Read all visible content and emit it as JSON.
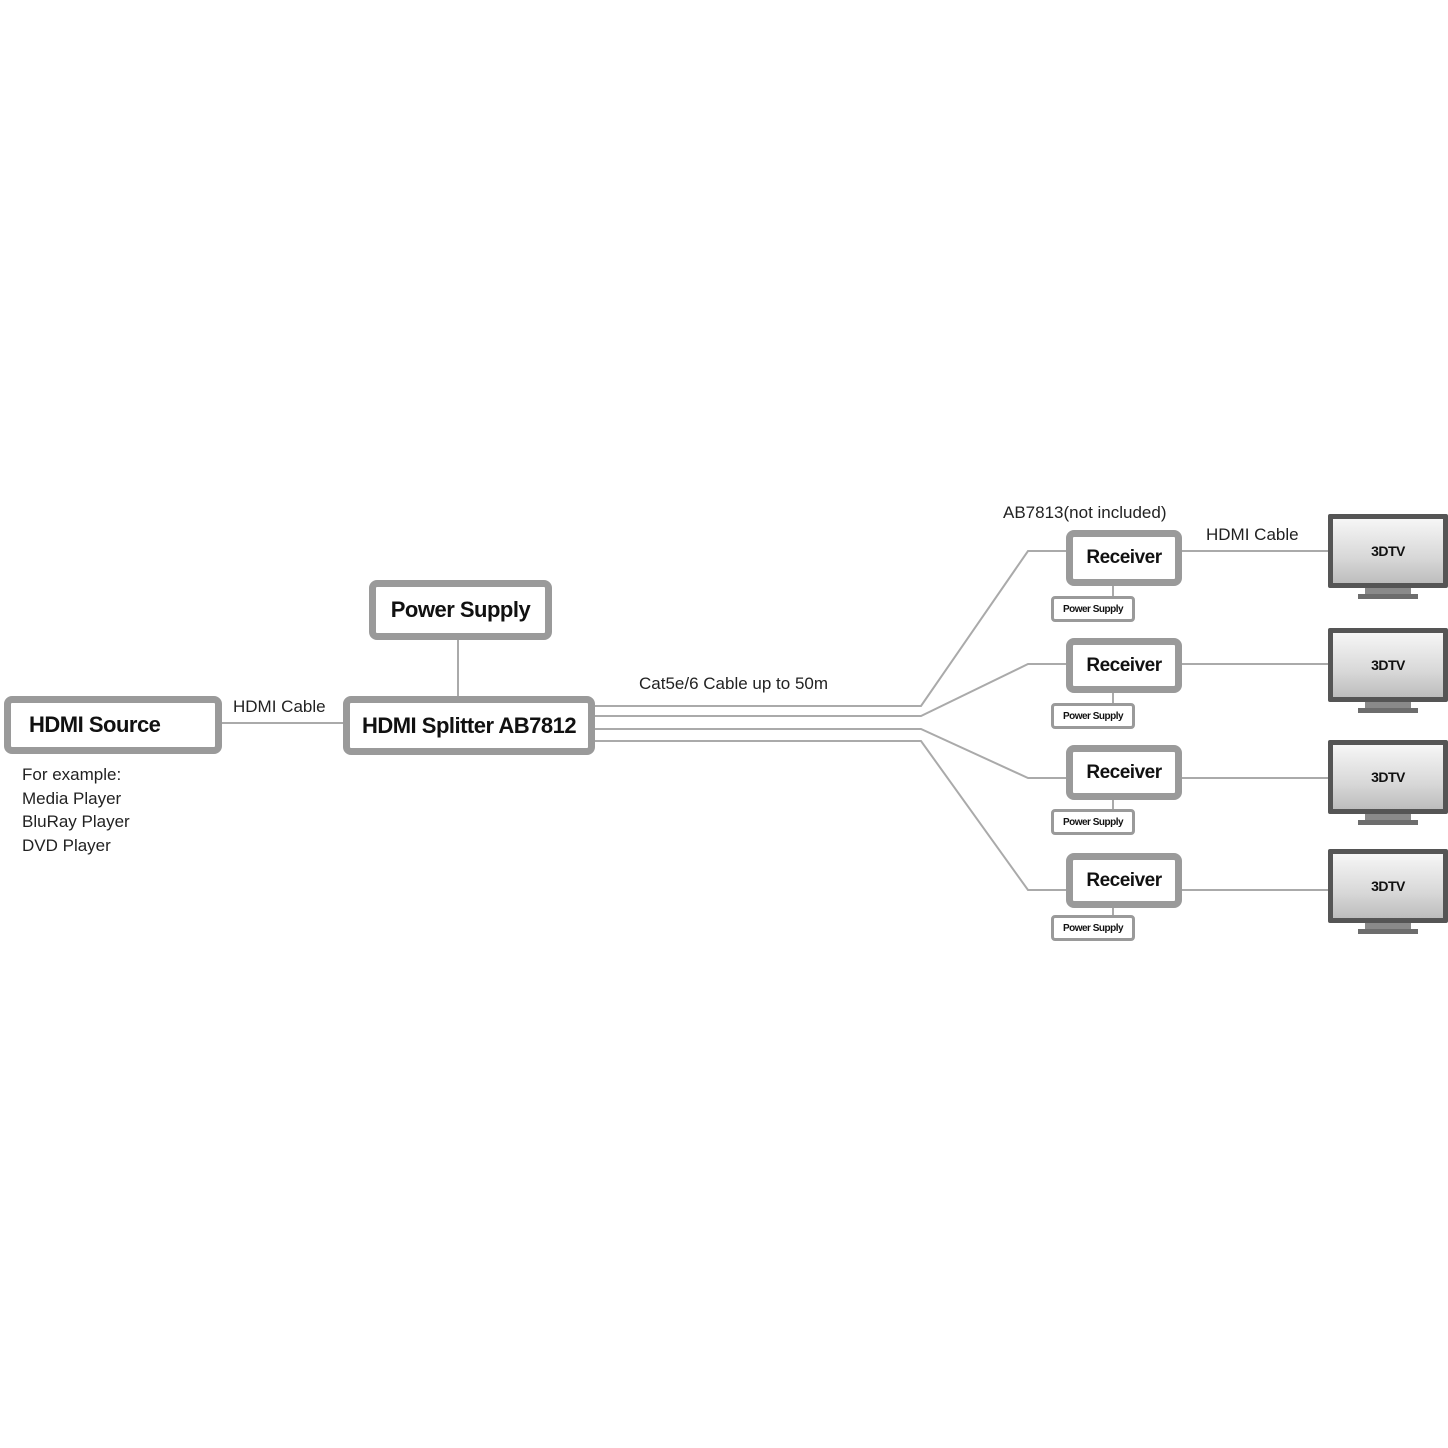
{
  "colors": {
    "line": "#aaaaaa",
    "box_border": "#9a9a9a",
    "tv_frame": "#555555"
  },
  "source": {
    "title": "HDMI Source",
    "examples": [
      "For example:",
      "Media Player",
      "BluRay Player",
      "DVD Player"
    ]
  },
  "labels": {
    "hdmi_cable_in": "HDMI Cable",
    "cat_cable": "Cat5e/6 Cable up to 50m",
    "receiver_model": "AB7813(not included)",
    "hdmi_cable_out": "HDMI Cable"
  },
  "splitter": {
    "title": "HDMI Splitter AB7812"
  },
  "power_supply": {
    "title": "Power Supply"
  },
  "receivers": [
    {
      "title": "Receiver",
      "power": "Power Supply",
      "tv": "3DTV"
    },
    {
      "title": "Receiver",
      "power": "Power Supply",
      "tv": "3DTV"
    },
    {
      "title": "Receiver",
      "power": "Power Supply",
      "tv": "3DTV"
    },
    {
      "title": "Receiver",
      "power": "Power Supply",
      "tv": "3DTV"
    }
  ]
}
